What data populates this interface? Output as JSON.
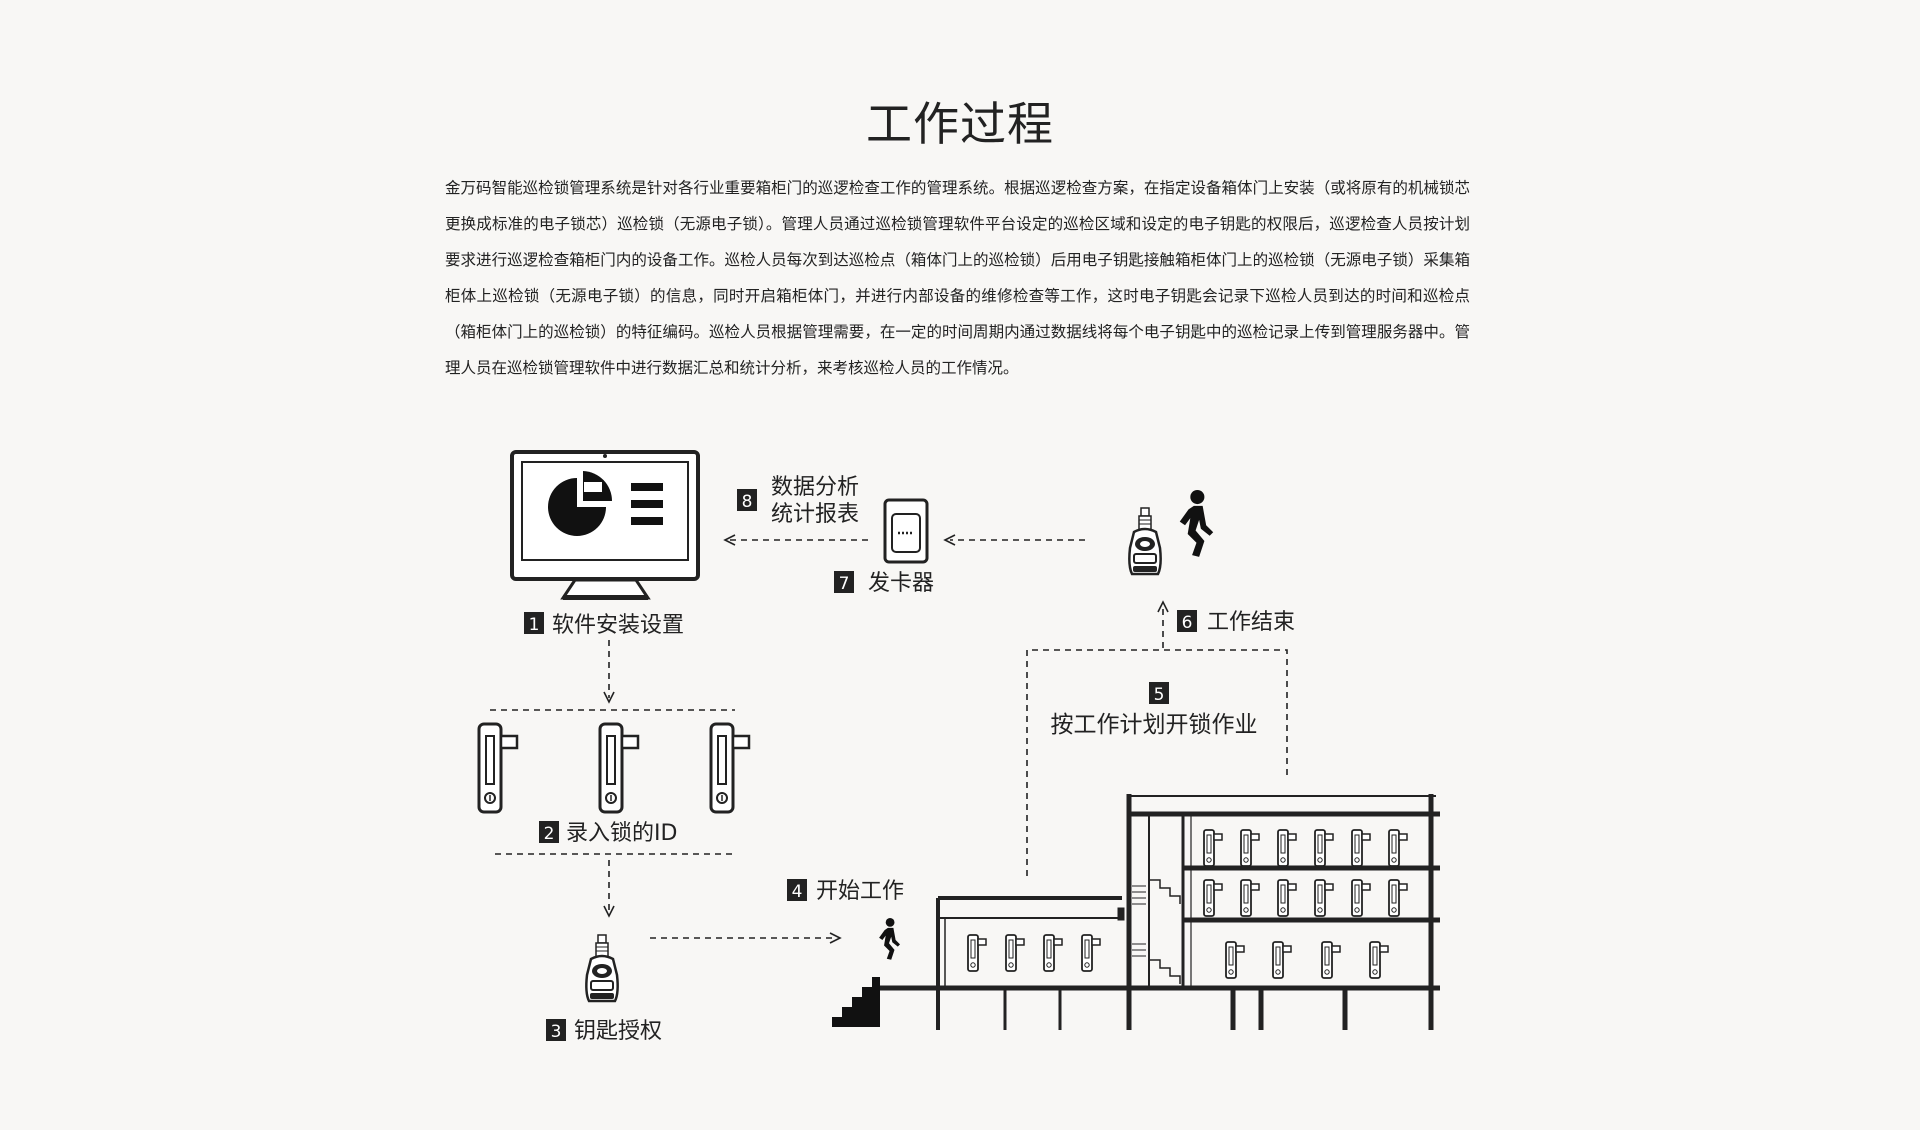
{
  "title": "工作过程",
  "intro": "金万码智能巡检锁管理系统是针对各行业重要箱柜门的巡逻检查工作的管理系统。根据巡逻检查方案，在指定设备箱体门上安装（或将原有的机械锁芯更换成标准的电子锁芯）巡检锁（无源电子锁）。管理人员通过巡检锁管理软件平台设定的巡检区域和设定的电子钥匙的权限后，巡逻检查人员按计划要求进行巡逻检查箱柜门内的设备工作。巡检人员每次到达巡检点（箱体门上的巡检锁）后用电子钥匙接触箱柜体门上的巡检锁（无源电子锁）采集箱柜体上巡检锁（无源电子锁）的信息，同时开启箱柜体门，并进行内部设备的维修检查等工作，这时电子钥匙会记录下巡检人员到达的时间和巡检点（箱柜体门上的巡检锁）的特征编码。巡检人员根据管理需要，在一定的时间周期内通过数据线将每个电子钥匙中的巡检记录上传到管理服务器中。管理人员在巡检锁管理软件中进行数据汇总和统计分析，来考核巡检人员的工作情况。",
  "steps": [
    {
      "num": "1",
      "label": "软件安装设置"
    },
    {
      "num": "2",
      "label": "录入锁的ID"
    },
    {
      "num": "3",
      "label": "钥匙授权"
    },
    {
      "num": "4",
      "label": "开始工作"
    },
    {
      "num": "5",
      "label": "按工作计划开锁作业"
    },
    {
      "num": "6",
      "label": "工作结束"
    },
    {
      "num": "7",
      "label": "发卡器"
    },
    {
      "num": "8",
      "label_line1": "数据分析",
      "label_line2": "统计报表"
    }
  ],
  "icons": [
    "monitor-icon",
    "card-reader-icon",
    "electronic-key-icon",
    "walking-person-icon",
    "lock-icon",
    "building-icon"
  ],
  "colors": {
    "background": "#f8f7f5",
    "ink": "#222222",
    "badge": "#222222"
  }
}
